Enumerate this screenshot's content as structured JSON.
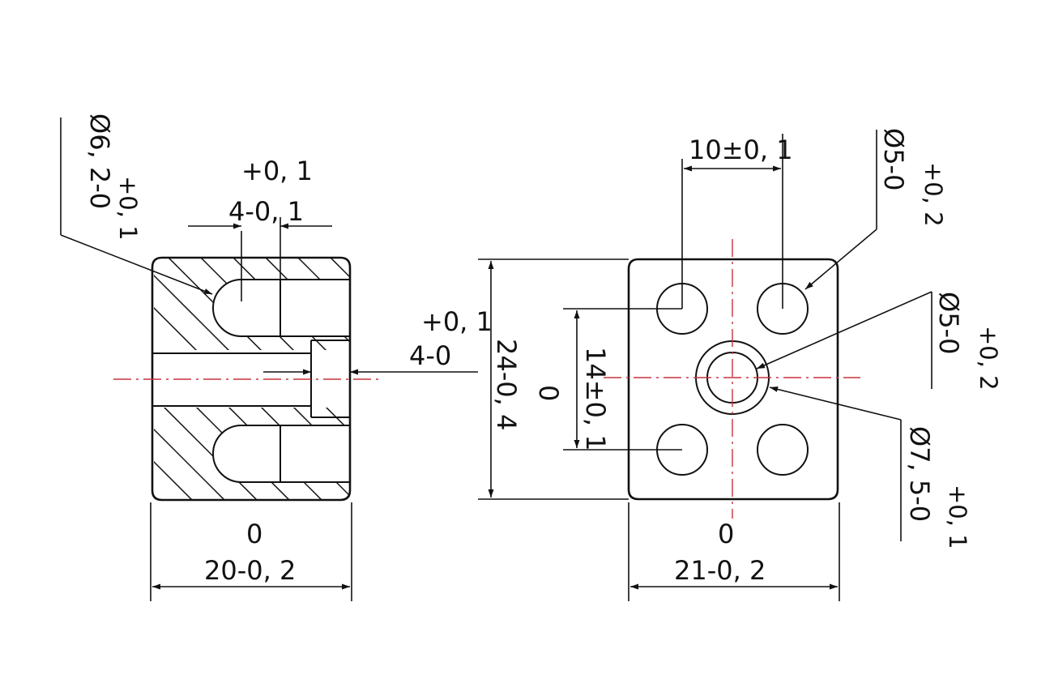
{
  "colors": {
    "line": "#111111",
    "centerline": "#c8323c",
    "background": "#ffffff"
  },
  "dimensions": {
    "bore_dia": {
      "base": "Ø6, 2-0",
      "tol": "+0, 1"
    },
    "pocket_depth": {
      "tol": "+0, 1",
      "base": "4-0, 1"
    },
    "counterbore": {
      "tol": "+0, 1",
      "base": "4-0"
    },
    "height": {
      "upper": "0",
      "base": "24-0, 4"
    },
    "left_width": {
      "upper": "0",
      "base": "20-0, 2"
    },
    "right_width": {
      "upper": "0",
      "base": "21-0, 2"
    },
    "hole_spacing_h": {
      "text": "10±0, 1"
    },
    "hole_spacing_v": {
      "text": "14±0, 1"
    },
    "hole_dia_top": {
      "base": "Ø5-0",
      "tol": "+0, 2"
    },
    "hole_dia_center": {
      "base": "Ø5-0",
      "tol": "+0, 2"
    },
    "ring_dia": {
      "base": "Ø7, 5-0",
      "tol": "+0, 1"
    }
  }
}
